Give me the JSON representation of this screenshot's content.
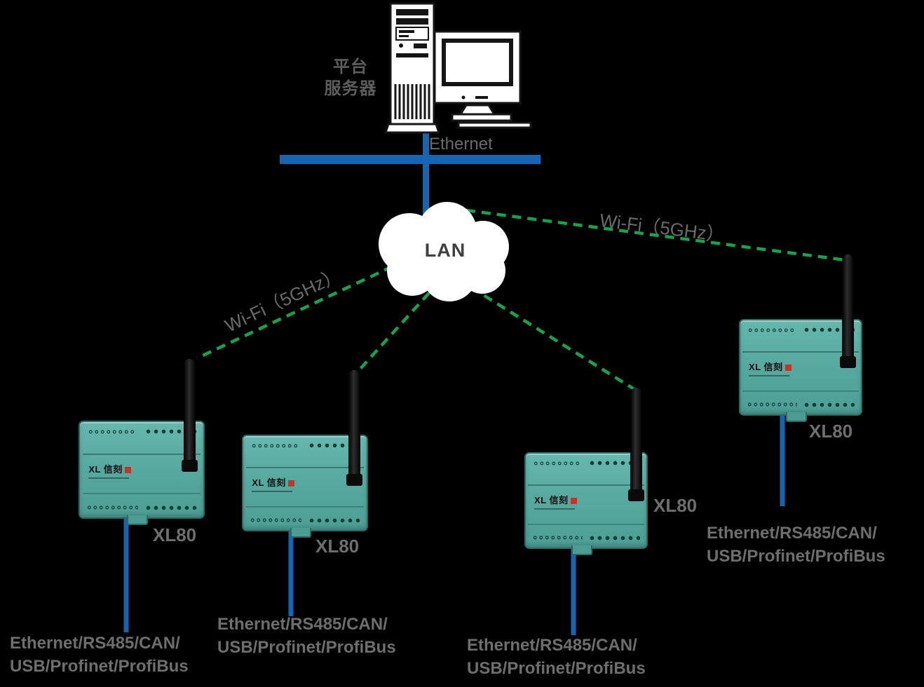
{
  "colors": {
    "background": "#000000",
    "ethernet-blue": "#1565B3",
    "wifi-green": "#18A24C",
    "device-teal": "#57A89F",
    "label-gray": "#6E6E6E",
    "lan-text": "#3F3F3F"
  },
  "server": {
    "label_line1": "平台",
    "label_line2": "服务器"
  },
  "network": {
    "ethernet_label": "Ethernet",
    "lan_label": "LAN",
    "wifi_label_left": "Wi-Fi（5GHz）",
    "wifi_label_right": "Wi-Fi（5GHz）"
  },
  "devices": [
    {
      "name": "XL80",
      "logo": "XL 信刻",
      "ports_line1": "Ethernet/RS485/CAN/",
      "ports_line2": "USB/Profinet/ProfiBus"
    },
    {
      "name": "XL80",
      "logo": "XL 信刻",
      "ports_line1": "Ethernet/RS485/CAN/",
      "ports_line2": "USB/Profinet/ProfiBus"
    },
    {
      "name": "XL80",
      "logo": "XL 信刻",
      "ports_line1": "Ethernet/RS485/CAN/",
      "ports_line2": "USB/Profinet/ProfiBus"
    },
    {
      "name": "XL80",
      "logo": "XL 信刻",
      "ports_line1": "Ethernet/RS485/CAN/",
      "ports_line2": "USB/Profinet/ProfiBus"
    }
  ]
}
